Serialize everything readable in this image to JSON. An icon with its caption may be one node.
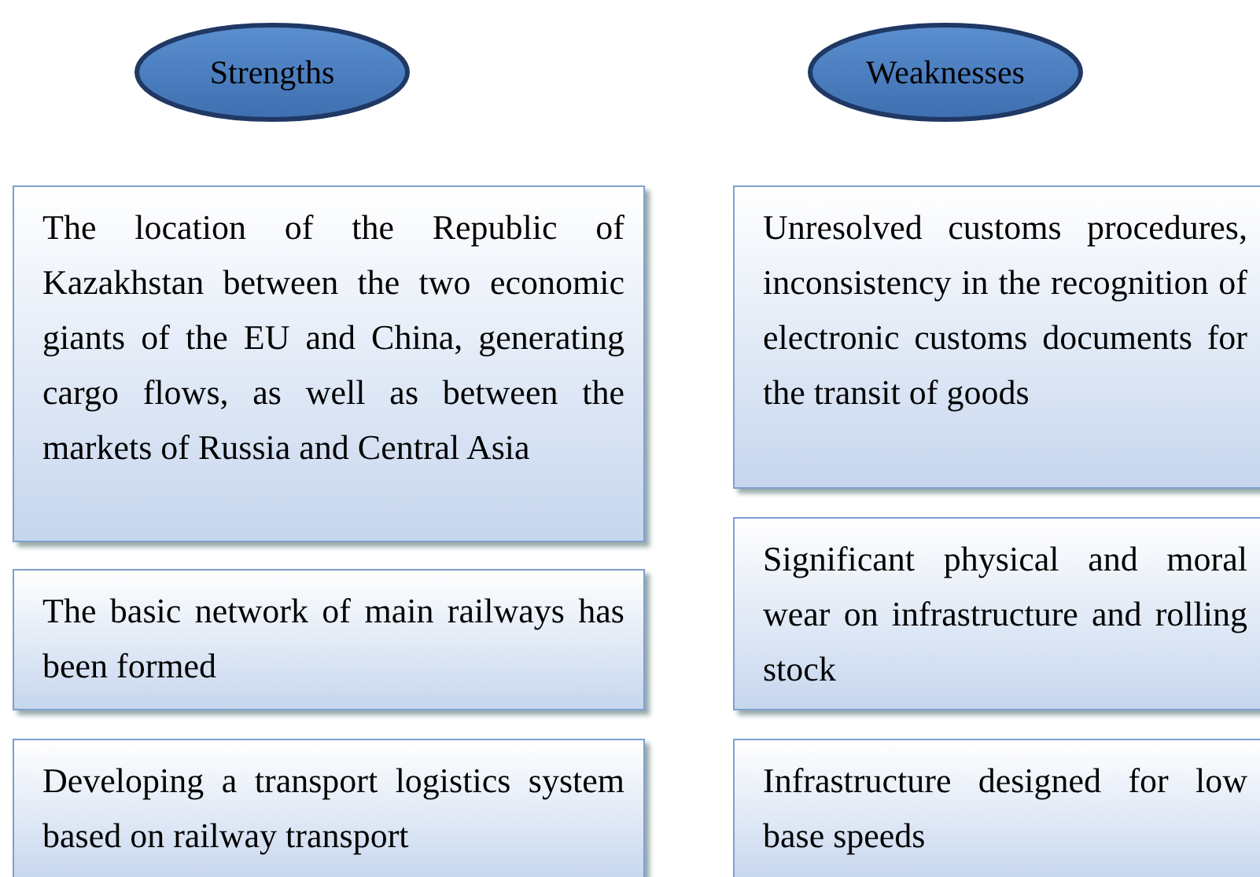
{
  "diagram": {
    "nodes": [
      {
        "text": [
          "Strengths"
        ]
      },
      {
        "text": [
          "The location of the Republic of Kazakhstan between the two economic giants of the EU and China, generating cargo flows, as well as between the markets of Russia and Central Asia"
        ]
      },
      {
        "text": [
          "The basic network of main railways has been formed"
        ]
      },
      {
        "text": [
          "Developing a transport logistics system based on railway transport"
        ]
      },
      {
        "text": [
          "Weaknesses"
        ]
      },
      {
        "text": [
          "Unresolved customs procedures, inconsistency in the recognition of electronic customs documents for the transit of goods"
        ]
      },
      {
        "text": [
          "Significant physical and moral wear on infrastructure and rolling stock"
        ]
      },
      {
        "text": [
          "Infrastructure designed for low base speeds"
        ]
      }
    ]
  }
}
